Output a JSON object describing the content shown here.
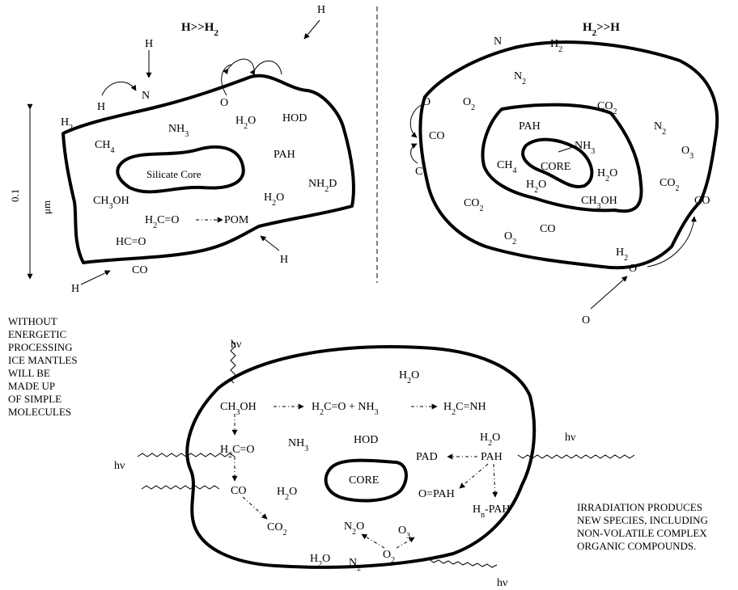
{
  "panel_a": {
    "title_a": "H>>",
    "title_b": "H",
    "title_sub": "2",
    "scale": {
      "value": "0.1",
      "unit": "m",
      "prefix": "μ"
    },
    "labels": {
      "h_top": "H",
      "n": "N",
      "h_left": "H",
      "h2": "H",
      "h2_sub": "2",
      "o": "O",
      "h_right": "H",
      "ch4": "CH",
      "ch4_sub": "4",
      "nh3": "NH",
      "nh3_sub": "3",
      "h2o_1": "H",
      "h2o_1_sub": "2",
      "h2o_1_o": "O",
      "hod": "HOD",
      "pah": "PAH",
      "core": "Silicate Core",
      "ch3oh_a": "CH",
      "ch3oh_sub": "3",
      "ch3oh_b": "OH",
      "nh2d_a": "NH",
      "nh2d_sub": "2",
      "nh2d_b": "D",
      "h2o_2": "H",
      "h2o_2_sub": "2",
      "h2o_2_o": "O",
      "h2co_a": "H",
      "h2co_sub": "2",
      "h2co_b": "C=O",
      "pom": "POM",
      "hco": "HC=O",
      "co": "CO",
      "h_bl": "H",
      "h_br": "H"
    }
  },
  "panel_b": {
    "title_a": "H",
    "title_sub": "2",
    "title_b": ">>H",
    "labels": {
      "n": "N",
      "h2": "H",
      "h2_sub": "2",
      "n2": "N",
      "n2_sub": "2",
      "o_l": "O",
      "o2": "O",
      "o2_sub": "2",
      "co2": "CO",
      "co2_sub": "2",
      "n2b": "N",
      "n2b_sub": "2",
      "co_l": "CO",
      "c": "C",
      "pah": "PAH",
      "nh3": "NH",
      "nh3_sub": "3",
      "core": "CORE",
      "ch4": "CH",
      "ch4_sub": "4",
      "h2o_in": "H",
      "h2o_in_sub": "2",
      "h2o_in_o": "O",
      "h2o_r": "H",
      "h2o_r_sub": "2",
      "h2o_r_o": "O",
      "ch3oh_a": "CH",
      "ch3oh_sub": "3",
      "ch3oh_b": "OH",
      "o3": "O",
      "o3_sub": "3",
      "co2_r": "CO",
      "co2_r_sub": "2",
      "co_r": "CO",
      "co2_l": "CO",
      "co2_l_sub": "2",
      "o2_b": "O",
      "o2_b_sub": "2",
      "co_b": "CO",
      "h2_b": "H",
      "h2_b_sub": "2",
      "o_b": "O",
      "o_out": "O"
    }
  },
  "panel_c": {
    "note_left": [
      "WITHOUT",
      "ENERGETIC",
      "PROCESSING",
      "ICE MANTLES",
      "WILL BE",
      "MADE UP",
      "OF SIMPLE",
      "MOLECULES"
    ],
    "note_right": [
      "IRRADIATION PRODUCES",
      "NEW SPECIES, INCLUDING",
      "NON-VOLATILE COMPLEX",
      "ORGANIC COMPOUNDS."
    ],
    "labels": {
      "hv_top": "hν",
      "hv_left": "hν",
      "hv_right": "hν",
      "hv_bottom": "hν",
      "h2o_top": "H",
      "h2o_top_sub": "2",
      "h2o_top_o": "O",
      "ch3oh_a": "CH",
      "ch3oh_sub": "3",
      "ch3oh_b": "OH",
      "h2co_nh3_a": "H",
      "h2co_nh3_sub": "2",
      "h2co_nh3_b": "C=O + NH",
      "h2co_nh3_sub2": "3",
      "h2cnh_a": "H",
      "h2cnh_sub": "2",
      "h2cnh_b": "C=NH",
      "h2co_a": "H",
      "h2co_sub": "2",
      "h2co_b": "C=O",
      "nh3": "NH",
      "nh3_sub": "3",
      "hod": "HOD",
      "h2o_r": "H",
      "h2o_r_sub": "2",
      "h2o_r_o": "O",
      "pad": "PAD",
      "pah": "PAH",
      "co": "CO",
      "h2o_m": "H",
      "h2o_m_sub": "2",
      "h2o_m_o": "O",
      "core": "CORE",
      "opah": "O=PAH",
      "hnpah_a": "H",
      "hnpah_sub": "n",
      "hnpah_b": "-PAH",
      "co2": "CO",
      "co2_sub": "2",
      "n2o_a": "N",
      "n2o_sub": "2",
      "n2o_b": "O",
      "o3": "O",
      "o3_sub": "3",
      "h2o_b": "H",
      "h2o_b_sub": "2",
      "h2o_b_o": "O",
      "n2": "N",
      "n2_sub": "2",
      "o2": "O",
      "o2_sub": "2"
    }
  }
}
